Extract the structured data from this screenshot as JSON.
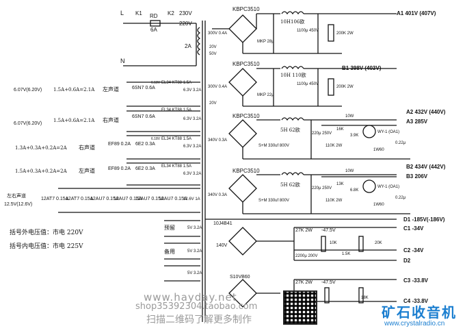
{
  "input": {
    "l": "L",
    "k1": "K1",
    "rd": "RD",
    "k2": "K2",
    "v230": "230V",
    "fuse": "6A",
    "v220": "220V",
    "p2a": "2A",
    "n": "N"
  },
  "rails": [
    {
      "bridge": "KBPC3510",
      "choke": "10H106欧",
      "cap": "1100μ 450V",
      "bleed": "200K 2W",
      "mkp": "MKP 28μ",
      "sec": "300V 0.4A",
      "tap1": "20V",
      "tap2": "50V",
      "out": "A1 401V (407V)"
    },
    {
      "bridge": "KBPC3510",
      "choke": "10H 110欧",
      "cap": "1100μ 450V",
      "bleed": "200K 2W",
      "mkp": "MKP 22μ",
      "sec": "300V 0.4A",
      "tap1": "20V",
      "out": "B1 398V (403V)"
    }
  ],
  "regs": [
    {
      "bridge": "KBPC3510",
      "choke": "5H 62欧",
      "caps": "220μ 250V",
      "res": "110K 2W",
      "sm": "S+M 330uf 800V",
      "sec": "340V 0.3A",
      "r1": "10W",
      "r2": "16K",
      "r3": "3.9K",
      "tube": "WY-1 (OA1)",
      "zener": "1W60",
      "c": "0.22μ",
      "out1": "A2 432V (440V)",
      "out2": "A3 285V"
    },
    {
      "bridge": "KBPC3510",
      "choke": "5H 62欧",
      "caps": "220μ 250V",
      "res": "110K 2W",
      "sm": "S+M 330uf 800V",
      "sec": "340V 0.3A",
      "r1": "10W",
      "r2": "13K",
      "r3": "6.8K",
      "tube": "WY-1 (OA1)",
      "zener": "1W60",
      "c": "0.22μ",
      "out1": "B2 434V (442V)",
      "out2": "B3 206V"
    }
  ],
  "filaments": [
    {
      "note": "6.07V(6.20V)",
      "calc": "1.5A+0.6A=2.1A",
      "ch": "左声道",
      "t1": "6SN7 0.6A",
      "t2": "EL34 KT88 1.5A",
      "sec": "6.3V 3.2A",
      "mark": "6.18V"
    },
    {
      "note": "6.07V(6.20V)",
      "calc": "1.5A+0.6A=2.1A",
      "ch": "右声道",
      "t1": "6SN7 0.6A",
      "t2": "EL34 KT88 1.5A",
      "sec": "6.3V 3.2A"
    },
    {
      "note": "",
      "calc": "1.3A+0.3A+0.2A=2A",
      "ch": "右声道",
      "t1": "EF89 0.2A",
      "t2": "6E2 0.3A",
      "t3": "EL34 KT88 1.5A",
      "sec": "6.3V 3.2A",
      "mark": "6.18V"
    },
    {
      "note": "",
      "calc": "1.5A+0.3A+0.2A=2A",
      "ch": "左声道",
      "t1": "EF89 0.2A",
      "t2": "6E2 0.3A",
      "t3": "EL34 KT88 1.5A",
      "sec": "6.3V 3.2A"
    }
  ],
  "preamp": {
    "ch": "左右声道",
    "volt": "12.5V(12.6V)",
    "tube": "12AT7 0.15A",
    "chain": [
      "12AT7 0.15A",
      "12AU7 0.15A",
      "12AU7 0.15A",
      "12AU7 0.15A",
      "12AU7 0.15A"
    ],
    "sec": "12.6V 1A"
  },
  "spare": [
    {
      "label": "预留",
      "sec": "5V 3.2A"
    },
    {
      "label": "备用",
      "sec": "5V 3.2A"
    },
    {
      "label": "",
      "sec": "5V 3.2A"
    }
  ],
  "neg": {
    "bridge1": "10J4B41",
    "sec1": "140V",
    "cap1": "2200μ 200V",
    "res1": "27K 2W",
    "out1": "-47.5V",
    "d1": "D1 -185V(-186V)",
    "c1": "C1 -34V",
    "c2": "C2 -34V",
    "d2": "D2",
    "bridge2": "S10VB60",
    "res2": "27K 2W",
    "out2": "-47.5V",
    "c3": "C3 -33.8V",
    "c4": "C4 -33.8V",
    "r10k": "10K",
    "r20k": "20K",
    "r1k": "1.5K",
    "r18k": "18K"
  },
  "notes": {
    "outer": "括号外电压值：市电 220V",
    "inner": "括号内电压值：市电 225V"
  },
  "watermark": {
    "site": "www.hayday.net",
    "shop": "shop35392304.taobao.com",
    "scan": "扫描二维码了解更多制作"
  },
  "brand": {
    "name": "矿石收音机",
    "url": "www.crystalradio.cn"
  }
}
